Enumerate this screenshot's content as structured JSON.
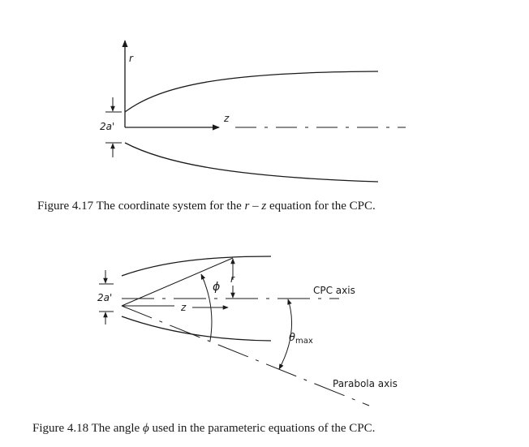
{
  "figure_4_17": {
    "r_label": "r",
    "z_label": "z",
    "aperture_label": "2a'",
    "caption_prefix": "Figure 4.17   The coordinate system for the ",
    "caption_math": "r – z",
    "caption_suffix": " equation for the CPC."
  },
  "figure_4_18": {
    "aperture_label": "2a'",
    "phi_label": "ϕ",
    "r_label": "r",
    "z_label": "z",
    "cpc_axis_label": "CPC axis",
    "theta_label": "θ",
    "theta_sub": "max",
    "parabola_axis_label": "Parabola axis",
    "caption_prefix": "Figure 4.18   The angle ",
    "caption_math": "ϕ",
    "caption_suffix": " used in the parameteric equations of the CPC."
  },
  "colors": {
    "ink": "#1a1a1a",
    "background": "#ffffff"
  }
}
